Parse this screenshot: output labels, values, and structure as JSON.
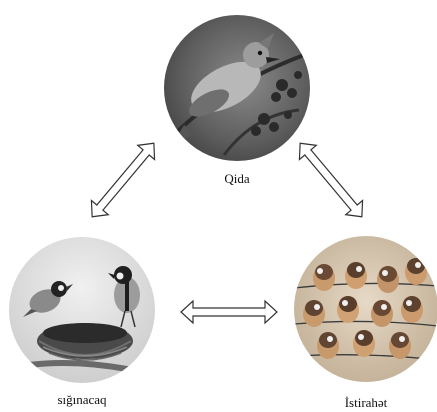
{
  "diagram": {
    "nodes": [
      {
        "id": "food",
        "label": "Qida",
        "image": "bird-eating-berries-photo"
      },
      {
        "id": "shelter",
        "label": "sığınacaq",
        "image": "birds-with-nest-photo"
      },
      {
        "id": "rest",
        "label": "İstirahət",
        "image": "birds-on-wire-photo"
      }
    ],
    "edges": [
      {
        "from": "food",
        "to": "shelter",
        "style": "double-headed-hollow-arrow"
      },
      {
        "from": "food",
        "to": "rest",
        "style": "double-headed-hollow-arrow"
      },
      {
        "from": "shelter",
        "to": "rest",
        "style": "double-headed-hollow-arrow"
      }
    ]
  }
}
